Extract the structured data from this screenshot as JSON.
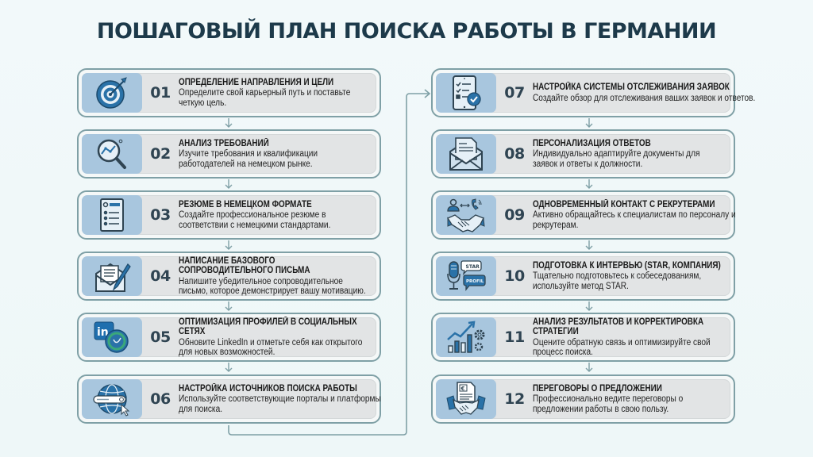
{
  "title": "ПОШАГОВЫЙ ПЛАН ПОИСКА РАБОТЫ В ГЕРМАНИИ",
  "colors": {
    "title": "#1d3a4a",
    "card_border": "#7fa0a6",
    "card_fill": "#e2e4e5",
    "icon_panel": "#a8c6de",
    "icon_primary": "#2a72a8",
    "icon_dark": "#2f4452",
    "connector": "#7fa0a6"
  },
  "steps": [
    {
      "num": "01",
      "icon": "target-icon",
      "heading": "ОПРЕДЕЛЕНИЕ НАПРАВЛЕНИЯ И ЦЕЛИ",
      "description": "Определите свой карьерный путь и поставьте четкую цель."
    },
    {
      "num": "02",
      "icon": "magnifier-chart-icon",
      "heading": "АНАЛИЗ ТРЕБОВАНИЙ",
      "description": "Изучите требования и квалификации работодателей на немецком рынке."
    },
    {
      "num": "03",
      "icon": "resume-document-icon",
      "heading": "РЕЗЮМЕ В НЕМЕЦКОМ ФОРМАТЕ",
      "description": "Создайте профессиональное резюме в соответствии с немецкими стандартами."
    },
    {
      "num": "04",
      "icon": "envelope-pen-icon",
      "heading": "НАПИСАНИЕ БАЗОВОГО СОПРОВОДИТЕЛЬНОГО ПИСЬМА",
      "description": "Напишите убедительное сопроводительное письмо, которое демонстрирует вашу мотивацию."
    },
    {
      "num": "05",
      "icon": "linkedin-open-to-work-icon",
      "heading": "ОПТИМИЗАЦИЯ ПРОФИЛЕЙ В СОЦИАЛЬНЫХ СЕТЯХ",
      "description": "Обновите LinkedIn и отметьте себя как открытого для новых возможностей."
    },
    {
      "num": "06",
      "icon": "globe-search-icon",
      "heading": "НАСТРОЙКА ИСТОЧНИКОВ ПОИСКА РАБОТЫ",
      "description": "Используйте соответствующие порталы и платформы для поиска."
    },
    {
      "num": "07",
      "icon": "tablet-checklist-icon",
      "heading": "НАСТРОЙКА СИСТЕМЫ ОТСЛЕЖИВАНИЯ ЗАЯВОК",
      "description": "Создайте обзор для отслеживания ваших заявок и ответов."
    },
    {
      "num": "08",
      "icon": "envelope-document-icon",
      "heading": "ПЕРСОНАЛИЗАЦИЯ ОТВЕТОВ",
      "description": "Индивидуально адаптируйте документы для заявок и ответы к должности."
    },
    {
      "num": "09",
      "icon": "handshake-contact-icon",
      "heading": "ОДНОВРЕМЕННЫЙ КОНТАКТ С РЕКРУТЕРАМИ",
      "description": "Активно обращайтесь к специалистам по персоналу и рекрутерам."
    },
    {
      "num": "10",
      "icon": "microphone-speech-icon",
      "heading": "ПОДГОТОВКА К ИНТЕРВЬЮ (STAR, КОМПАНИЯ)",
      "description": "Тщательно подготовьтесь к собеседованиям, используйте метод STAR.",
      "icon_labels": [
        "STAR",
        "PROFIL"
      ]
    },
    {
      "num": "11",
      "icon": "growth-chart-gears-icon",
      "heading": "АНАЛИЗ РЕЗУЛЬТАТОВ И КОРРЕКТИРОВКА СТРАТЕГИИ",
      "description": "Оцените обратную связь и оптимизируйте свой процесс поиска."
    },
    {
      "num": "12",
      "icon": "contract-handshake-icon",
      "heading": "ПЕРЕГОВОРЫ О ПРЕДЛОЖЕНИИ",
      "description": "Профессионально ведите переговоры о предложении работы в свою пользу.",
      "icon_labels": [
        "€"
      ]
    }
  ]
}
